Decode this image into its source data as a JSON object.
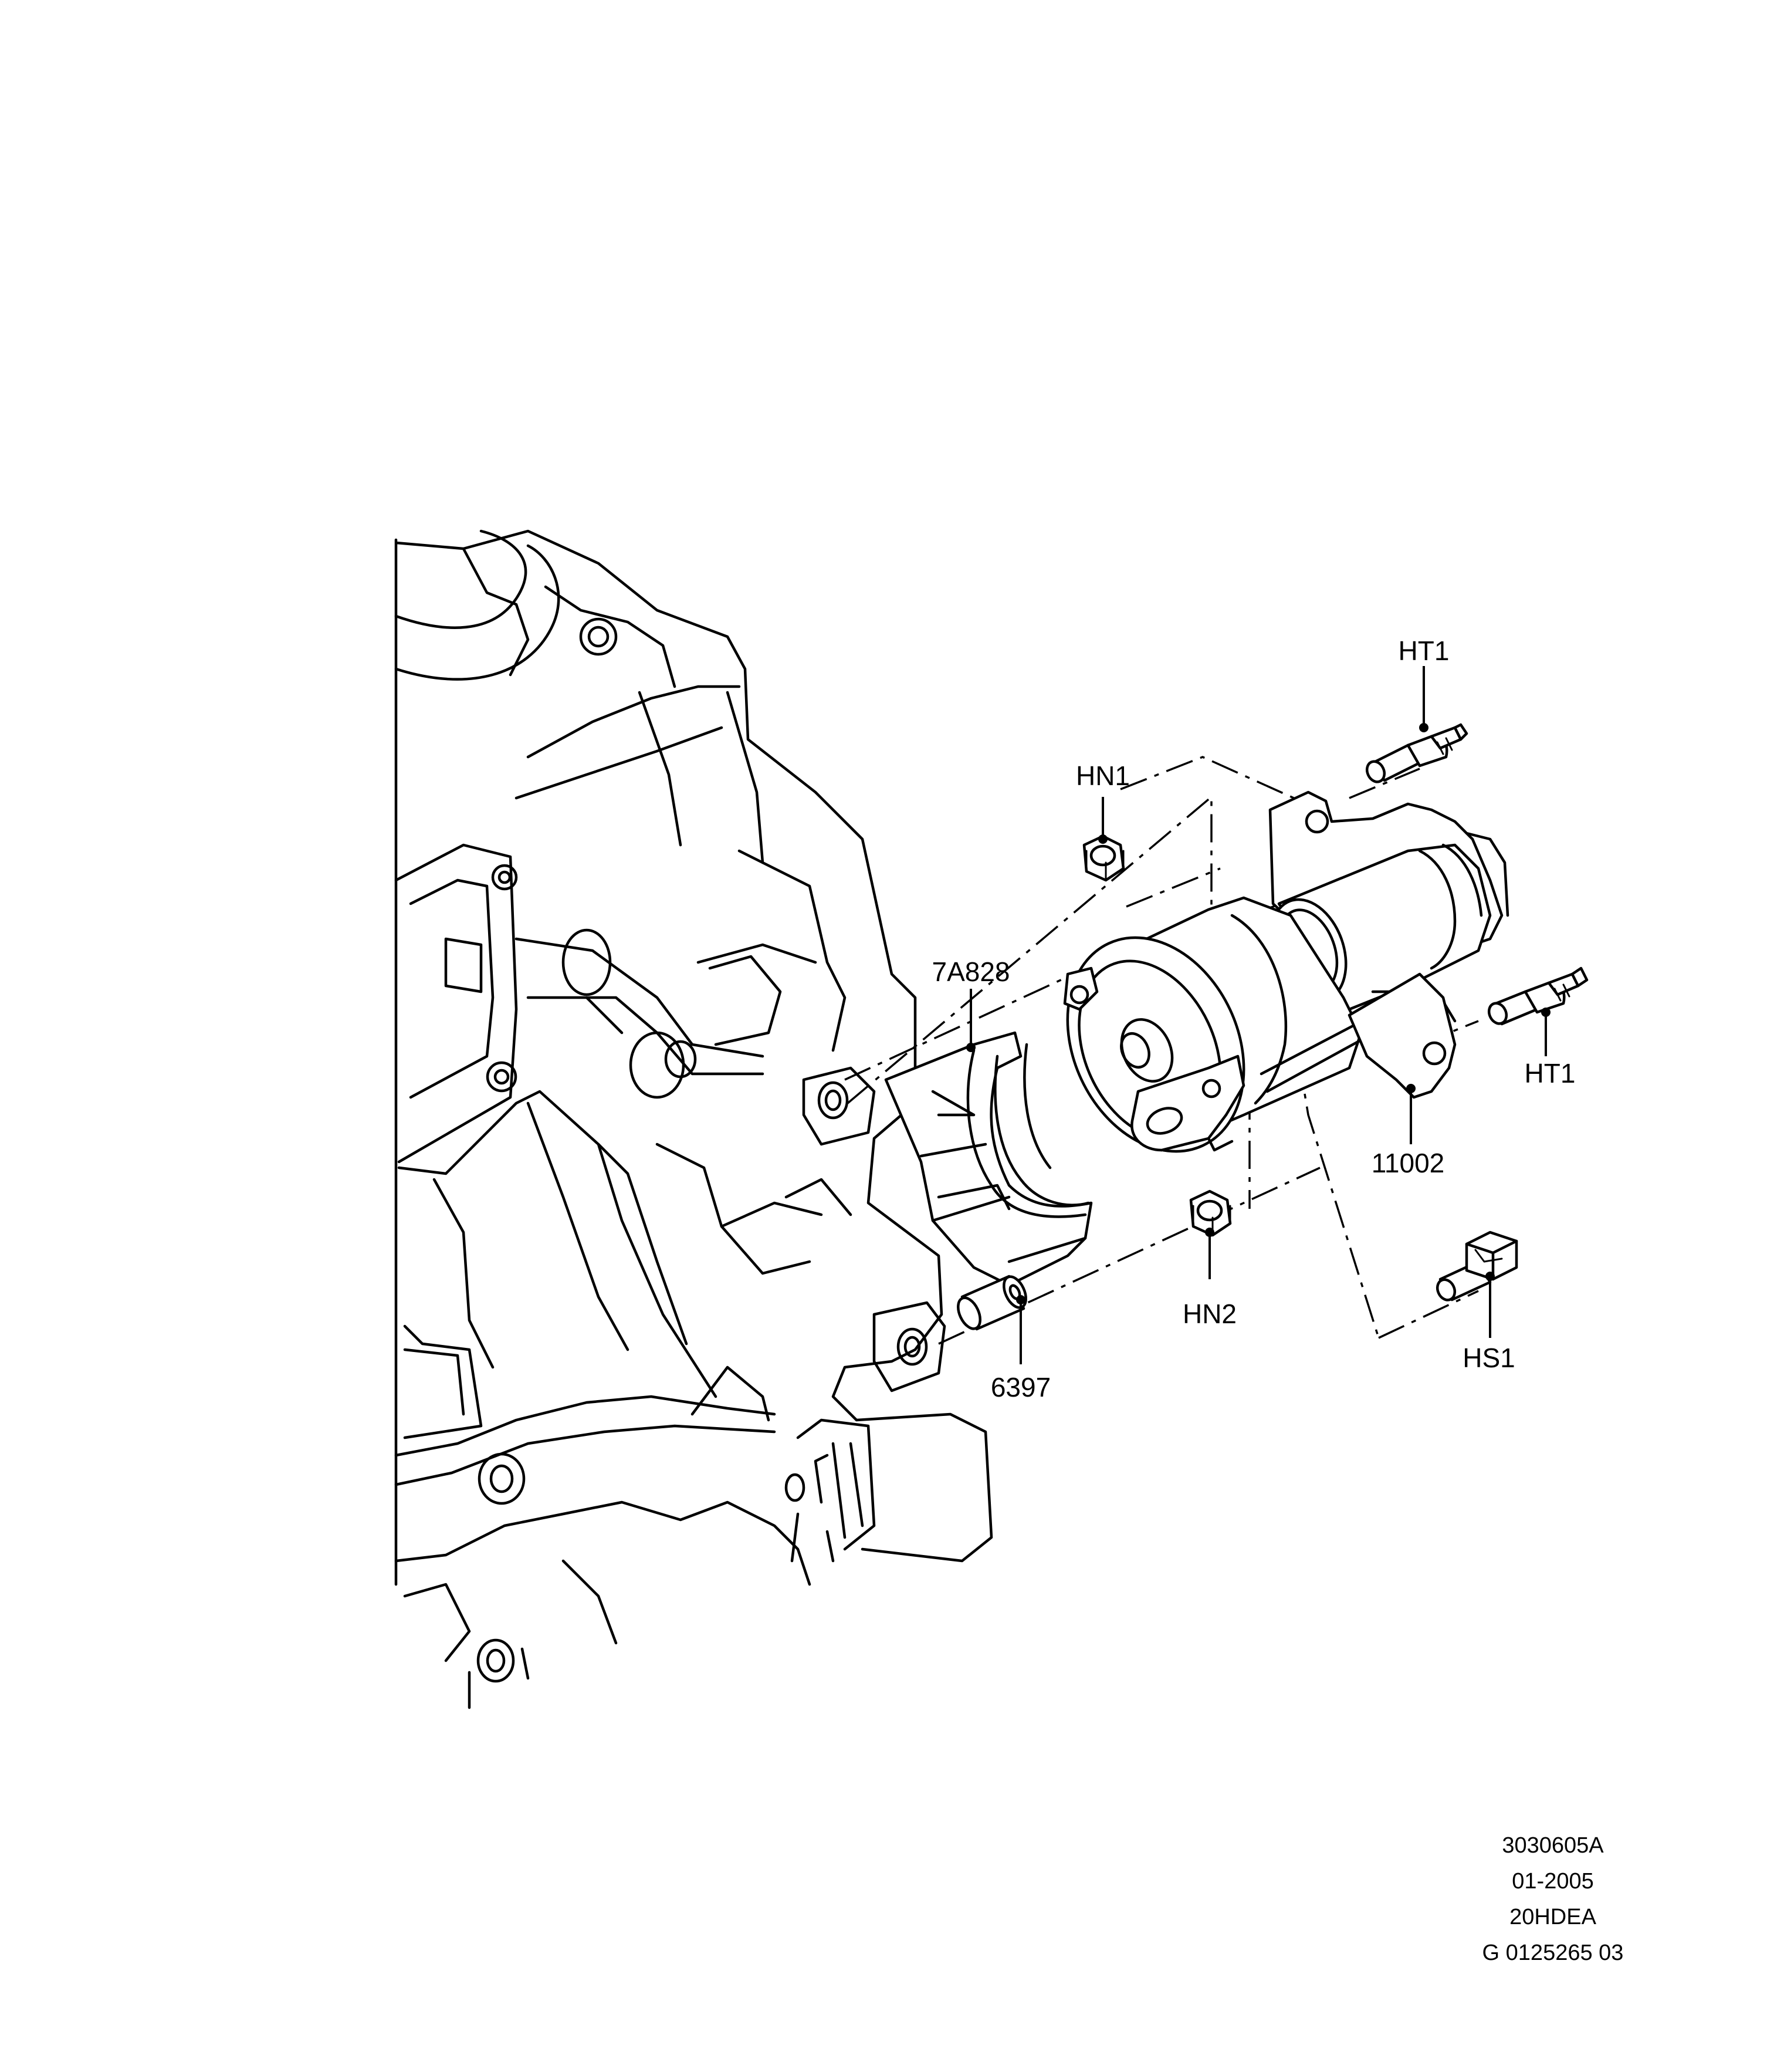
{
  "diagram": {
    "callouts": {
      "ht1_top": "HT1",
      "ht1_right": "HT1",
      "hn1": "HN1",
      "hn2": "HN2",
      "hs1": "HS1",
      "part_7a828": "7A828",
      "part_11002": "11002",
      "part_6397": "6397"
    },
    "footer": {
      "line1": "3030605A",
      "line2": "01-2005",
      "line3": "20HDEA",
      "line4": "G 0125265 03"
    }
  }
}
